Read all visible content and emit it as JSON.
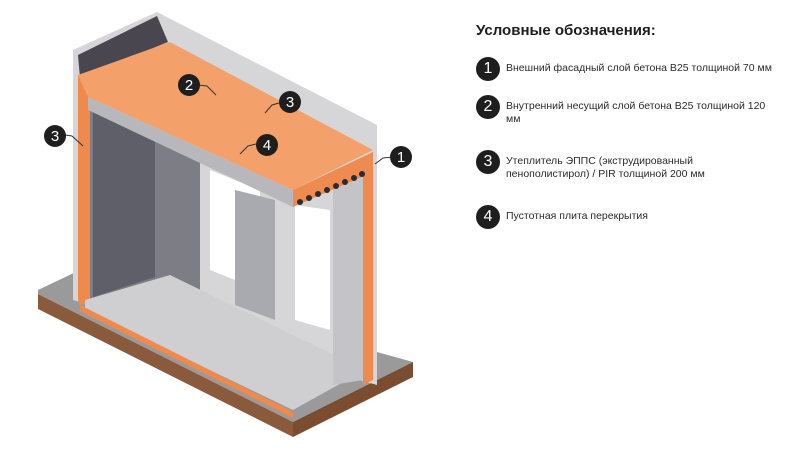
{
  "legend": {
    "title": "Условные обозначения:",
    "items": [
      {
        "number": "1",
        "text": "Внешний фасадный слой бетона B25 толщиной 70 мм"
      },
      {
        "number": "2",
        "text": "Внутренний несущий слой бетона B25 толщиной 120 мм"
      },
      {
        "number": "3",
        "text": "Утеплитель ЭППС (экструдированный пенополистирол) / PIR толщиной 200 мм"
      },
      {
        "number": "4",
        "text": "Пустотная плита перекрытия"
      }
    ]
  },
  "callouts": {
    "c1": "1",
    "c2": "2",
    "c3a": "3",
    "c3b": "3",
    "c4": "4"
  },
  "colors": {
    "insulation": "#f4a06a",
    "concrete": "#c9c9cb",
    "dark_concrete": "#6e6e78",
    "ground": "#8a5a3c",
    "marker": "#1e1e1e"
  }
}
